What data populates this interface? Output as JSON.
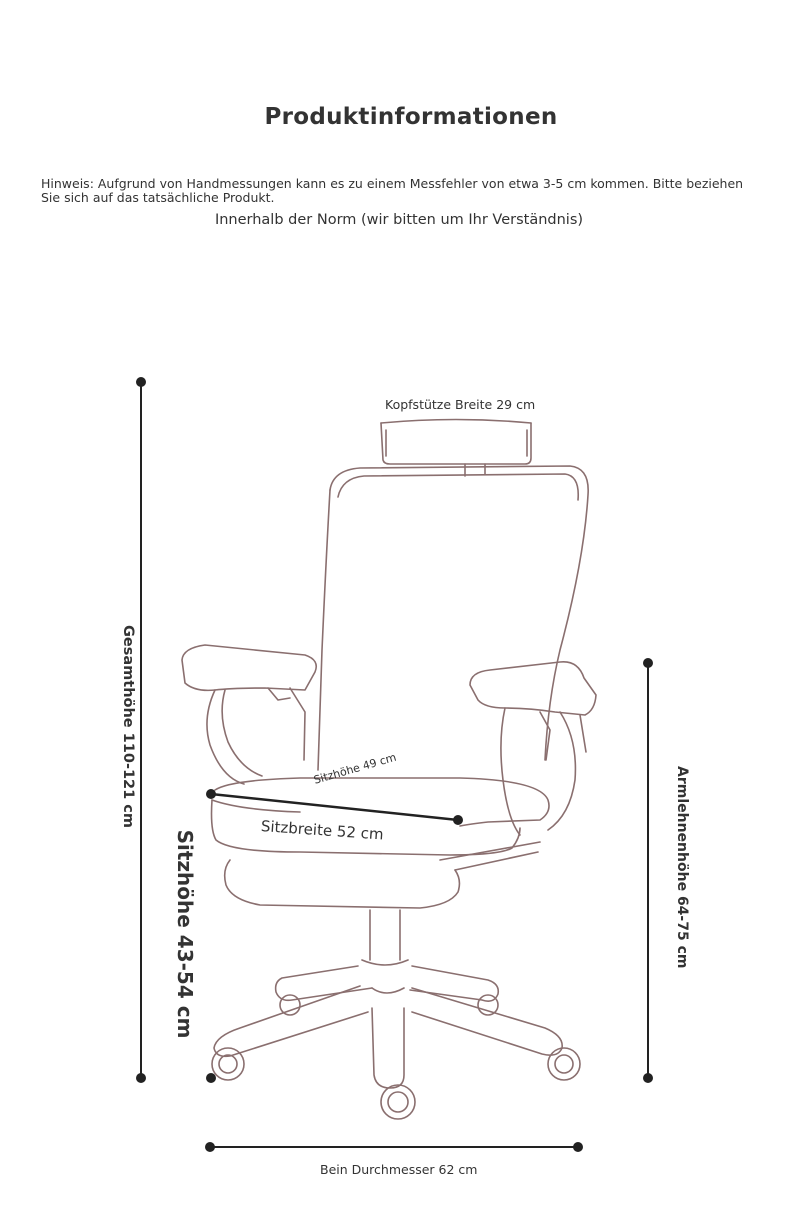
{
  "header": {
    "title": "Produktinformationen",
    "note": "Hinweis: Aufgrund von Handmessungen kann es zu einem Messfehler von etwa 3-5 cm kommen. Bitte beziehen Sie sich auf das tatsächliche Produkt.",
    "subnote": "Innerhalb der Norm (wir bitten um Ihr Verständnis)"
  },
  "dimensions": {
    "headrest_width": "Kopfstütze Breite 29 cm",
    "total_height": "Gesamthöhe 110-121 cm",
    "armrest_height": "Armlehnenhöhe 64-75 cm",
    "seat_height": "Sitzhöhe 43-54 cm",
    "seat_depth": "Sitzhöhe 49 cm",
    "seat_width": "Sitzbreite 52 cm",
    "base_diameter": "Bein Durchmesser 62 cm"
  },
  "colors": {
    "line": "#222222",
    "outline": "#8a6f6f",
    "text": "#333333"
  }
}
